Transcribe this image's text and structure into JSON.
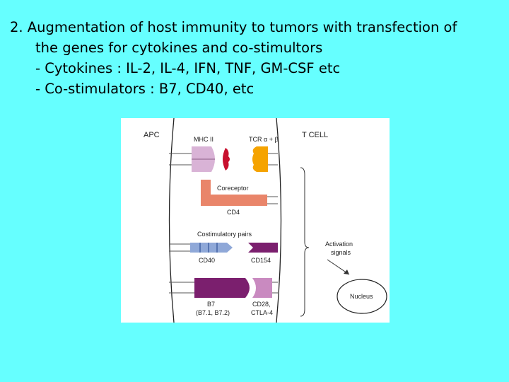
{
  "slide": {
    "heading": "2. Augmentation of host immunity to tumors with transfection of",
    "heading_cont": "the genes for cytokines and co-stimultors",
    "bullet1": "- Cytokines : IL-2, IL-4, IFN, TNF, GM-CSF etc",
    "bullet2": "- Co-stimulators : B7, CD40, etc"
  },
  "diagram": {
    "apc": "APC",
    "tcell": "T CELL",
    "mhc": "MHC II",
    "tcr": "TCR α + β",
    "coreceptor": "Coreceptor",
    "cd4": "CD4",
    "costim": "Costimulatory pairs",
    "cd40": "CD40",
    "cd154": "CD154",
    "activation1": "Activation",
    "activation2": "signals",
    "nucleus": "Nucleus",
    "b7": "B7",
    "b7sub": "(B7.1, B7.2)",
    "cd28": "CD28,",
    "ctla4": "CTLA-4",
    "colors": {
      "mhc": "#d9b3d6",
      "peptide": "#c8102e",
      "tcr": "#f5a300",
      "coreceptor": "#e9856a",
      "cd40": "#8fa8d8",
      "cd154": "#7b1f6e",
      "b7": "#7b1f6e",
      "cd28": "#c98ac0"
    }
  }
}
